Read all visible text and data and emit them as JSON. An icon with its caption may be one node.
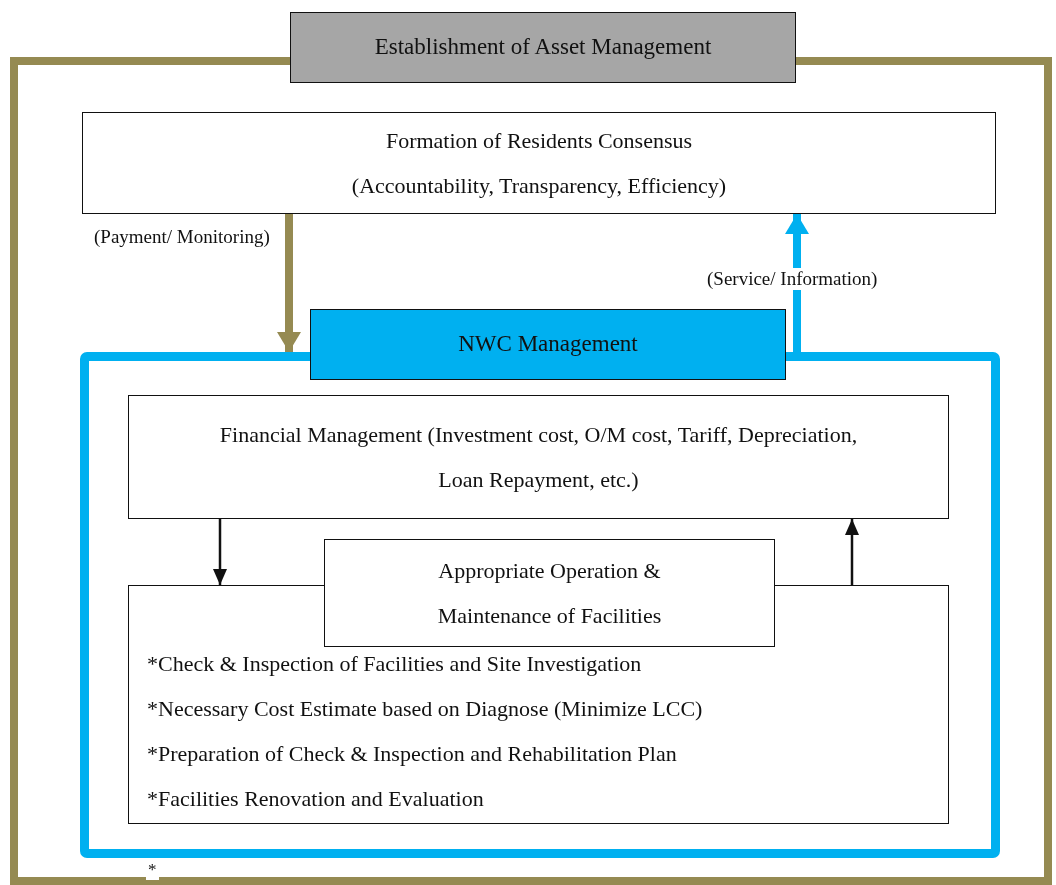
{
  "diagram": {
    "nodes": [
      {
        "text": [
          "Establishment of Asset Management"
        ]
      },
      {
        "text": [
          "Formation of Residents Consensus",
          "(Accountability, Transparency, Efficiency)"
        ],
        "in": 0
      },
      {
        "text": [
          "NWC Management"
        ],
        "in": 0
      },
      {
        "text": [
          "Financial Management (Investment cost, O/M cost, Tariff, Depreciation, Loan Repayment, etc.)"
        ],
        "in": 2
      },
      {
        "text": [
          "*Check & Inspection of Facilities and Site Investigation",
          "*Necessary Cost Estimate based on Diagnose (Minimize LCC)",
          "*Preparation of Check & Inspection and Rehabilitation Plan",
          "*Facilities Renovation and Evaluation"
        ],
        "in": 2
      },
      {
        "text": [
          "Appropriate Operation & Maintenance of Facilities"
        ],
        "in": 2
      }
    ],
    "edges": [
      {
        "from": 1,
        "to": 2,
        "arrow": "to",
        "label": "(Payment/ Monitoring)",
        "style": "thick",
        "color": "#958a52"
      },
      {
        "from": 2,
        "to": 1,
        "arrow": "to",
        "label": "(Service/ Information)",
        "style": "thick",
        "color": "#00b0f0"
      },
      {
        "from": 3,
        "to": 4,
        "arrow": "to"
      },
      {
        "from": 4,
        "to": 3,
        "arrow": "to"
      }
    ],
    "labels": [
      "*"
    ]
  }
}
